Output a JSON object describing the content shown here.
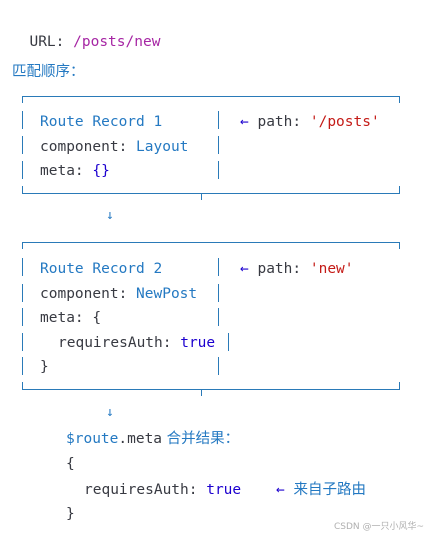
{
  "url_line": {
    "label": "URL: ",
    "path": "/posts/new"
  },
  "match_order_title": "匹配顺序：",
  "record1": {
    "title": "Route Record 1",
    "component_key": "component: ",
    "component_value": "Layout",
    "meta_key": "meta: ",
    "meta_value": "{}",
    "path_arrow": "←",
    "path_key": "path: ",
    "path_value": "'/posts'"
  },
  "record2": {
    "title": "Route Record 2",
    "component_key": "component: ",
    "component_value": "NewPost",
    "meta_key": "meta: ",
    "meta_open": "{",
    "requires_key": "requiresAuth: ",
    "requires_value": "true",
    "meta_close": "}",
    "path_arrow": "←",
    "path_key": "path: ",
    "path_value": "'new'"
  },
  "down_arrow": "↓",
  "result": {
    "var": "$route",
    "prop": ".meta",
    "label": " 合并结果：",
    "open": "{",
    "requires_key": "requiresAuth: ",
    "requires_value": "true",
    "arrow": "←",
    "source": "来自子路由",
    "close": "}"
  },
  "watermark": "CSDN @一只小风华~",
  "colors": {
    "accent_blue": "#2479c2",
    "keyword_navy": "#1c00cf",
    "path_purple": "#a626a4",
    "string_red": "#c41a16",
    "box_line": "#2a7ab8"
  }
}
